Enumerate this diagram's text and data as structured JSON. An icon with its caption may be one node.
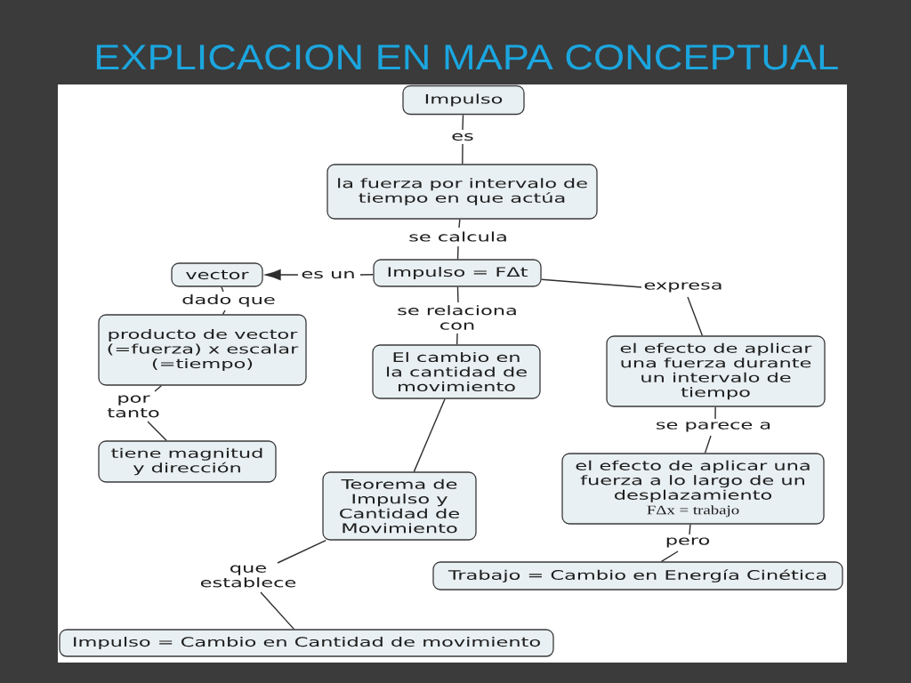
{
  "diagram": {
    "title": "EXPLICACION EN MAPA CONCEPTUAL",
    "nodes": [
      {
        "text": [
          "Impulso"
        ]
      },
      {
        "text": [
          "la fuerza por intervalo de tiempo en que actúa"
        ]
      },
      {
        "text": [
          "Impulso = FΔt"
        ]
      },
      {
        "text": [
          "vector"
        ]
      },
      {
        "text": [
          "producto de vector (=fuerza) x escalar (=tiempo)"
        ]
      },
      {
        "text": [
          "tiene magnitud y dirección"
        ]
      },
      {
        "text": [
          "El cambio en la cantidad de movimiento"
        ]
      },
      {
        "text": [
          "el efecto de aplicar una fuerza durante un intervalo de tiempo"
        ]
      },
      {
        "text": [
          "Teorema de Impulso y Cantidad de Movimiento"
        ]
      },
      {
        "text": [
          "el efecto de aplicar una fuerza a lo largo de un desplazamiento",
          "FΔx = trabajo"
        ]
      },
      {
        "text": [
          "Trabajo = Cambio en Energía Cinética"
        ]
      },
      {
        "text": [
          "Impulso = Cambio en Cantidad de movimiento"
        ]
      }
    ],
    "edges": [
      {
        "from": 0,
        "to": 1,
        "label": "es",
        "arrow": "none"
      },
      {
        "from": 1,
        "to": 2,
        "label": "se calcula",
        "arrow": "none"
      },
      {
        "from": 2,
        "to": 3,
        "label": "es un",
        "arrow": "to"
      },
      {
        "from": 3,
        "to": 4,
        "label": "dado que",
        "arrow": "none"
      },
      {
        "from": 4,
        "to": 5,
        "label": "por tanto",
        "arrow": "none"
      },
      {
        "from": 2,
        "to": 6,
        "label": "se relaciona con",
        "arrow": "none"
      },
      {
        "from": 6,
        "to": 8,
        "arrow": "none"
      },
      {
        "from": 2,
        "to": 7,
        "label": "expresa",
        "arrow": "none"
      },
      {
        "from": 8,
        "to": 11,
        "label": "que establece",
        "arrow": "none"
      },
      {
        "from": 7,
        "to": 9,
        "label": "se parece a",
        "arrow": "none"
      },
      {
        "from": 9,
        "to": 10,
        "label": "pero",
        "arrow": "none"
      }
    ]
  }
}
